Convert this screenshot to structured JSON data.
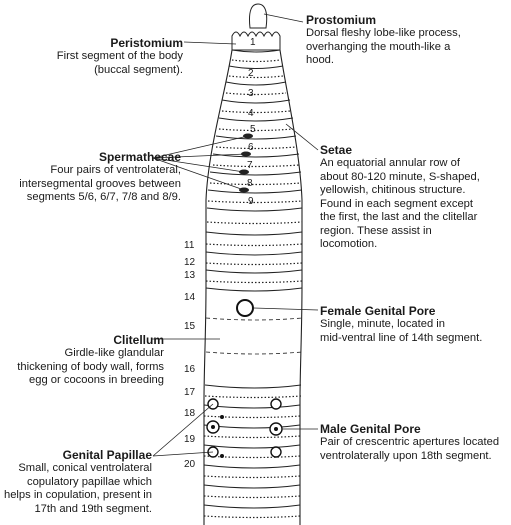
{
  "labels": {
    "prostomium": {
      "title": "Prostomium",
      "lines": [
        "Dorsal fleshy lobe-like process,",
        "overhanging the mouth-like a",
        "hood."
      ]
    },
    "peristomium": {
      "title": "Peristomium",
      "lines": [
        "First segment of the body",
        "(buccal segment)."
      ]
    },
    "setae": {
      "title": "Setae",
      "lines": [
        "An equatorial annular row of",
        "about 80-120 minute, S-shaped,",
        "yellowish, chitinous structure.",
        "Found in each segment except",
        "the first, the last and the clitellar",
        "region. These assist in",
        "locomotion."
      ]
    },
    "spermathecae": {
      "title": "Spermathecae",
      "lines": [
        "Four pairs of ventrolateral,",
        "intersegmental grooves between",
        "segments 5/6, 6/7, 7/8 and 8/9."
      ]
    },
    "female_pore": {
      "title": "Female Genital Pore",
      "lines": [
        "Single, minute, located in",
        "mid-ventral line of 14th segment."
      ]
    },
    "clitellum": {
      "title": "Clitellum",
      "lines": [
        "Girdle-like glandular",
        "thickening of body wall, forms",
        "egg or cocoons in breeding"
      ]
    },
    "male_pore": {
      "title": "Male Genital Pore",
      "lines": [
        "Pair of crescentric apertures located",
        "ventrolaterally upon 18th segment."
      ]
    },
    "genital_papillae": {
      "title": "Genital Papillae",
      "lines": [
        "Small, conical ventrolateral",
        "copulatory papillae which",
        "helps in copulation, present in",
        "17th and 19th segment."
      ]
    }
  },
  "segment_numbers": [
    "1",
    "2",
    "3",
    "4",
    "5",
    "6",
    "7",
    "8",
    "9",
    "11",
    "12",
    "13",
    "14",
    "15",
    "16",
    "17",
    "18",
    "19",
    "20"
  ]
}
